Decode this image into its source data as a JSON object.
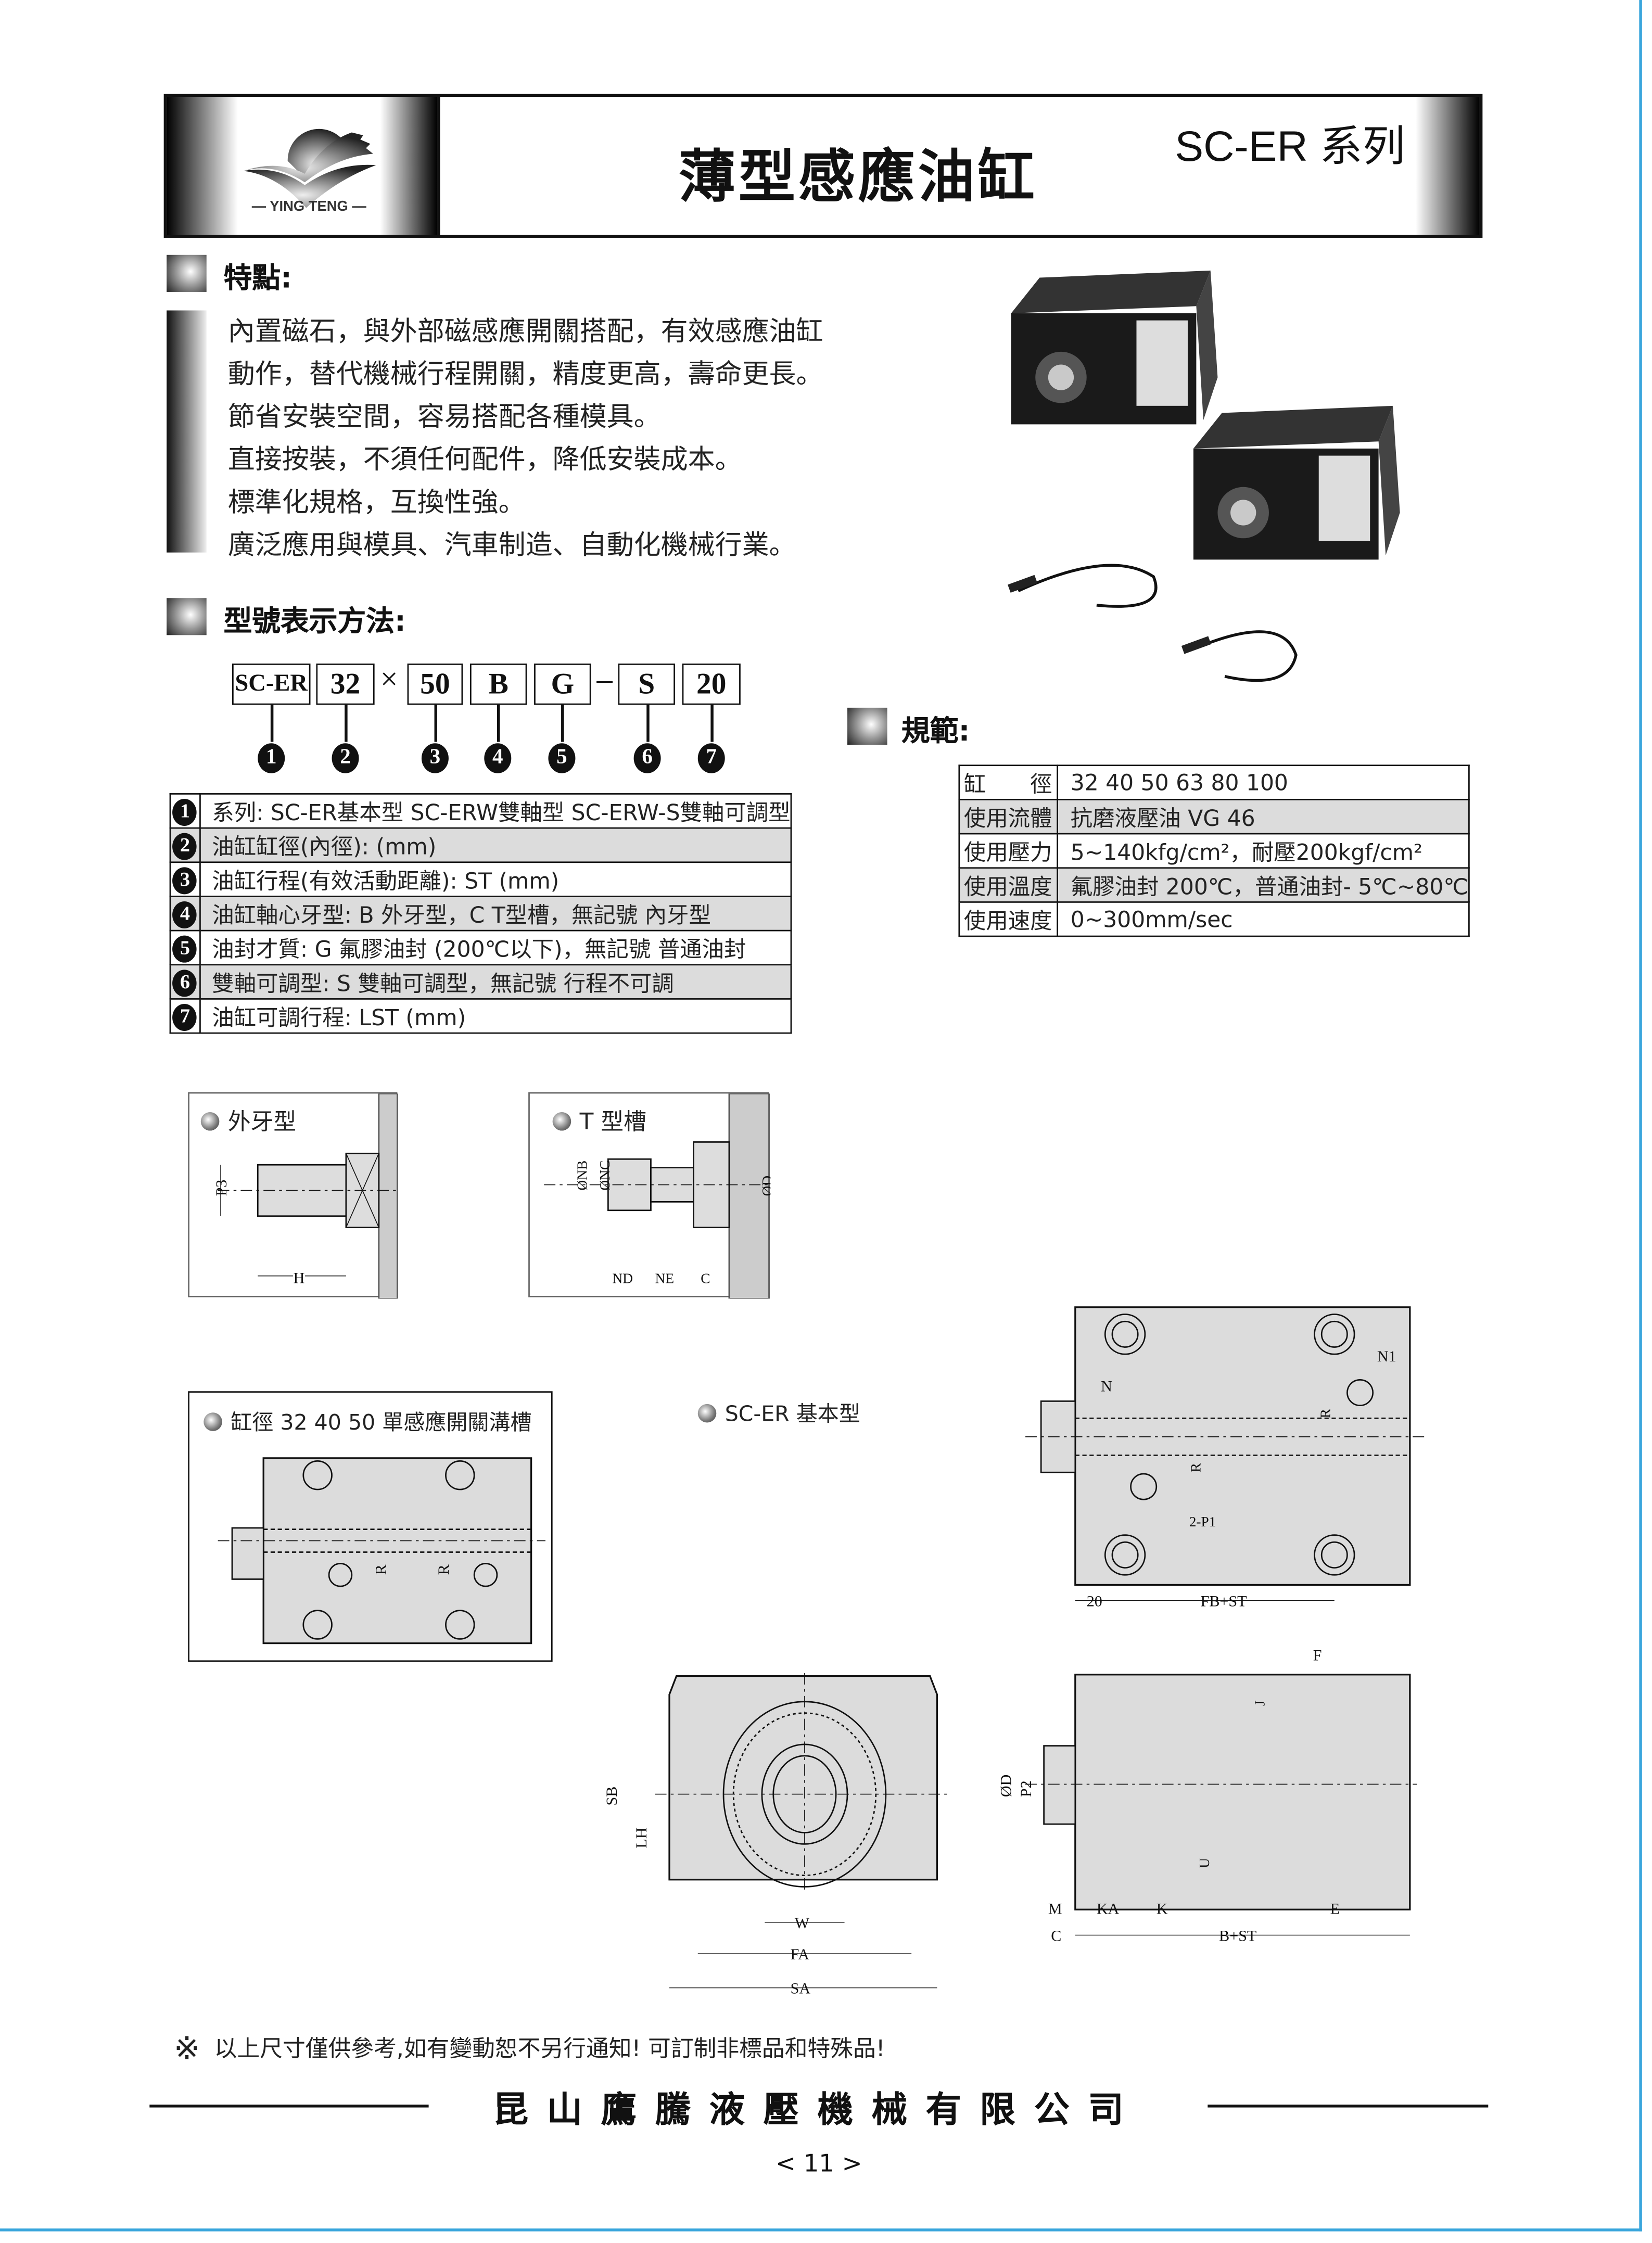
{
  "header": {
    "logo_text": "YING TENG",
    "title": "薄型感應油缸",
    "series": "SC-ER 系列"
  },
  "features": {
    "heading": "特點:",
    "items": [
      "內置磁石，與外部磁感應開關搭配，有效感應油缸",
      "動作，替代機械行程開關，精度更高，壽命更長。",
      "節省安裝空間，容易搭配各種模具。",
      "直接按裝，不須任何配件，降低安裝成本。",
      "標準化規格，互換性強。",
      "廣泛應用與模具、汽車制造、自動化機械行業。"
    ]
  },
  "model": {
    "heading": "型號表示方法:",
    "codes": [
      "SC-ER",
      "32",
      "50",
      "B",
      "G",
      "S",
      "20"
    ],
    "times": "×",
    "dash": "–",
    "numbers": [
      "1",
      "2",
      "3",
      "4",
      "5",
      "6",
      "7"
    ]
  },
  "model_table": [
    {
      "n": "1",
      "text": "系列: SC-ER基本型 SC-ERW雙軸型   SC-ERW-S雙軸可調型"
    },
    {
      "n": "2",
      "text": "油缸缸徑(內徑):  (mm)"
    },
    {
      "n": "3",
      "text": "油缸行程(有效活動距離):  ST (mm)"
    },
    {
      "n": "4",
      "text": "油缸軸心牙型:  B 外牙型，C  T型槽，無記號 內牙型"
    },
    {
      "n": "5",
      "text": "油封才質:  G 氟膠油封 (200℃以下)，無記號 普通油封"
    },
    {
      "n": "6",
      "text": "雙軸可調型:   S 雙軸可調型，無記號 行程不可調"
    },
    {
      "n": "7",
      "text": "油缸可調行程:    LST (mm)"
    }
  ],
  "spec": {
    "heading": "規範:",
    "rows": [
      {
        "k": "缸　　徑",
        "v": "32 40 50 63 80 100"
      },
      {
        "k": "使用流體",
        "v": "抗磨液壓油 VG 46"
      },
      {
        "k": "使用壓力",
        "v": "5~140kfg/cm²，耐壓200kgf/cm²"
      },
      {
        "k": "使用溫度",
        "v": "氟膠油封 200℃，普通油封- 5℃~80℃"
      },
      {
        "k": "使用速度",
        "v": "0~300mm/sec"
      }
    ]
  },
  "drawings": {
    "external_thread": {
      "label": "外牙型",
      "dims": [
        "P3",
        "H"
      ]
    },
    "t_slot": {
      "label": "T 型槽",
      "dims": [
        "ØNB",
        "ØNC",
        "ØD",
        "ND",
        "NE",
        "C"
      ]
    },
    "switch_groove": {
      "label": "缸徑 32  40  50 單感應開關溝槽",
      "dims": [
        "R",
        "R"
      ]
    },
    "basic": {
      "label": "SC-ER 基本型",
      "top_dims": [
        "N",
        "N1",
        "R",
        "R",
        "2-P1",
        "20",
        "FB+ST"
      ],
      "front_dims": [
        "SB",
        "LH",
        "W",
        "FA",
        "SA"
      ],
      "side_dims": [
        "F",
        "J",
        "ØD",
        "P2",
        "U",
        "M",
        "KA",
        "K",
        "E",
        "C",
        "B+ST"
      ]
    }
  },
  "footer": {
    "note_mark": "※",
    "note": "以上尺寸僅供參考,如有變動恕不另行通知! 可訂制非標品和特殊品!",
    "company": "昆山鷹騰液壓機械有限公司",
    "page": "< 11 >"
  },
  "colors": {
    "accent_blue": "#3aa6dc",
    "row_gray": "#dcdcdc",
    "drawing_fill": "#dcdcdc"
  }
}
